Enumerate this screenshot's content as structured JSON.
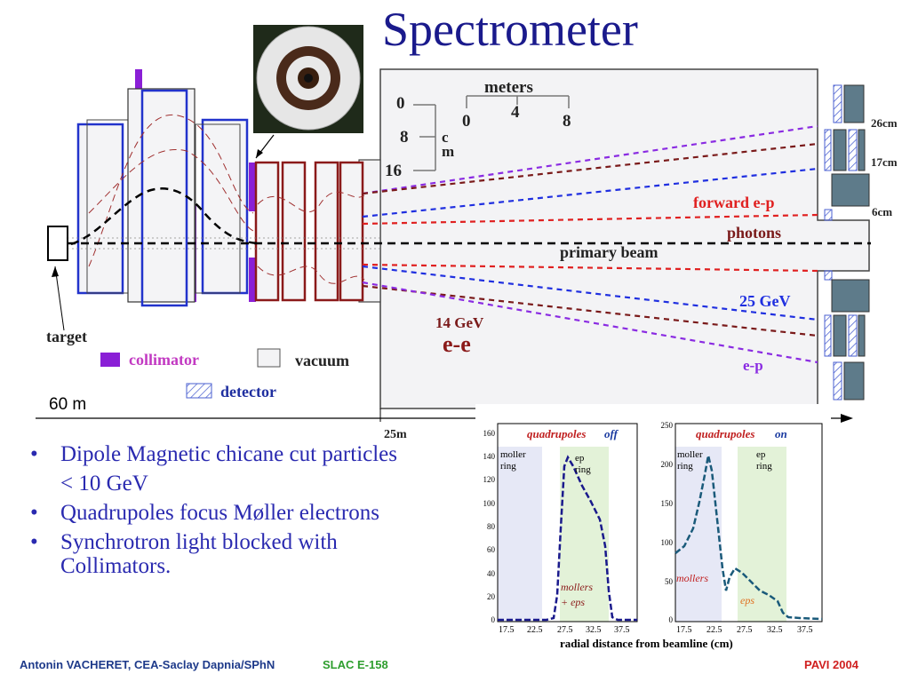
{
  "slide": {
    "title": "Spectrometer",
    "bullets": [
      "Dipole Magnetic chicane cut particles",
      "< 10 GeV",
      "Quadrupoles focus Møller electrons",
      "Synchrotron light blocked with Collimators."
    ]
  },
  "diagram": {
    "labels": {
      "meters": "meters",
      "meters_ticks": [
        "0",
        "4",
        "8"
      ],
      "cm_ticks": [
        "0",
        "8",
        "16"
      ],
      "cm_unit": "c\nm",
      "r26": "26cm",
      "r17": "17cm",
      "r6": "6cm",
      "forward_ep": "forward e-p",
      "photons": "photons",
      "primary_beam": "primary beam",
      "gev25": "25 GeV",
      "gev14": "14 GeV",
      "ee": "e-e",
      "ep": "e-p",
      "target": "target",
      "collimator": "collimator",
      "vacuum": "vacuum",
      "detector": "detector",
      "dist60": "60 m",
      "dist25": "25m"
    },
    "colors": {
      "dipole_blue": "#2233cc",
      "collimator": "#8a1fd6",
      "quad_red": "#8b1a1a",
      "ep_forward": "#e02020",
      "gev25": "#1f2fe0",
      "ee_violet": "#8a2be2",
      "brown": "#7a1a1a",
      "vacuum_fill": "#f2f2f4",
      "detector_fill": "#5e7b8a"
    }
  },
  "plots": {
    "left": {
      "title_main": "quadrupoles",
      "title_state": "off",
      "region1": "moller\nring",
      "region2": "ep\nring",
      "annotation": "mollers\n+ eps",
      "y_ticks": [
        "0",
        "20",
        "40",
        "60",
        "80",
        "100",
        "120",
        "140",
        "160"
      ],
      "x_ticks": [
        "17.5",
        "22.5",
        "27.5",
        "32.5",
        "37.5"
      ]
    },
    "right": {
      "title_main": "quadrupoles",
      "title_state": "on",
      "region1": "moller\nring",
      "region2": "ep\nring",
      "annotation1": "mollers",
      "annotation2": "eps",
      "y_ticks": [
        "0",
        "50",
        "100",
        "150",
        "200",
        "250"
      ],
      "x_ticks": [
        "17.5",
        "22.5",
        "27.5",
        "32.5",
        "37.5"
      ]
    },
    "x_axis_label": "radial distance from beamline (cm)"
  },
  "footer": {
    "author": "Antonin VACHERET,  CEA-Saclay  Dapnia/SPhN",
    "experiment": "SLAC E-158",
    "conference": "PAVI 2004"
  }
}
